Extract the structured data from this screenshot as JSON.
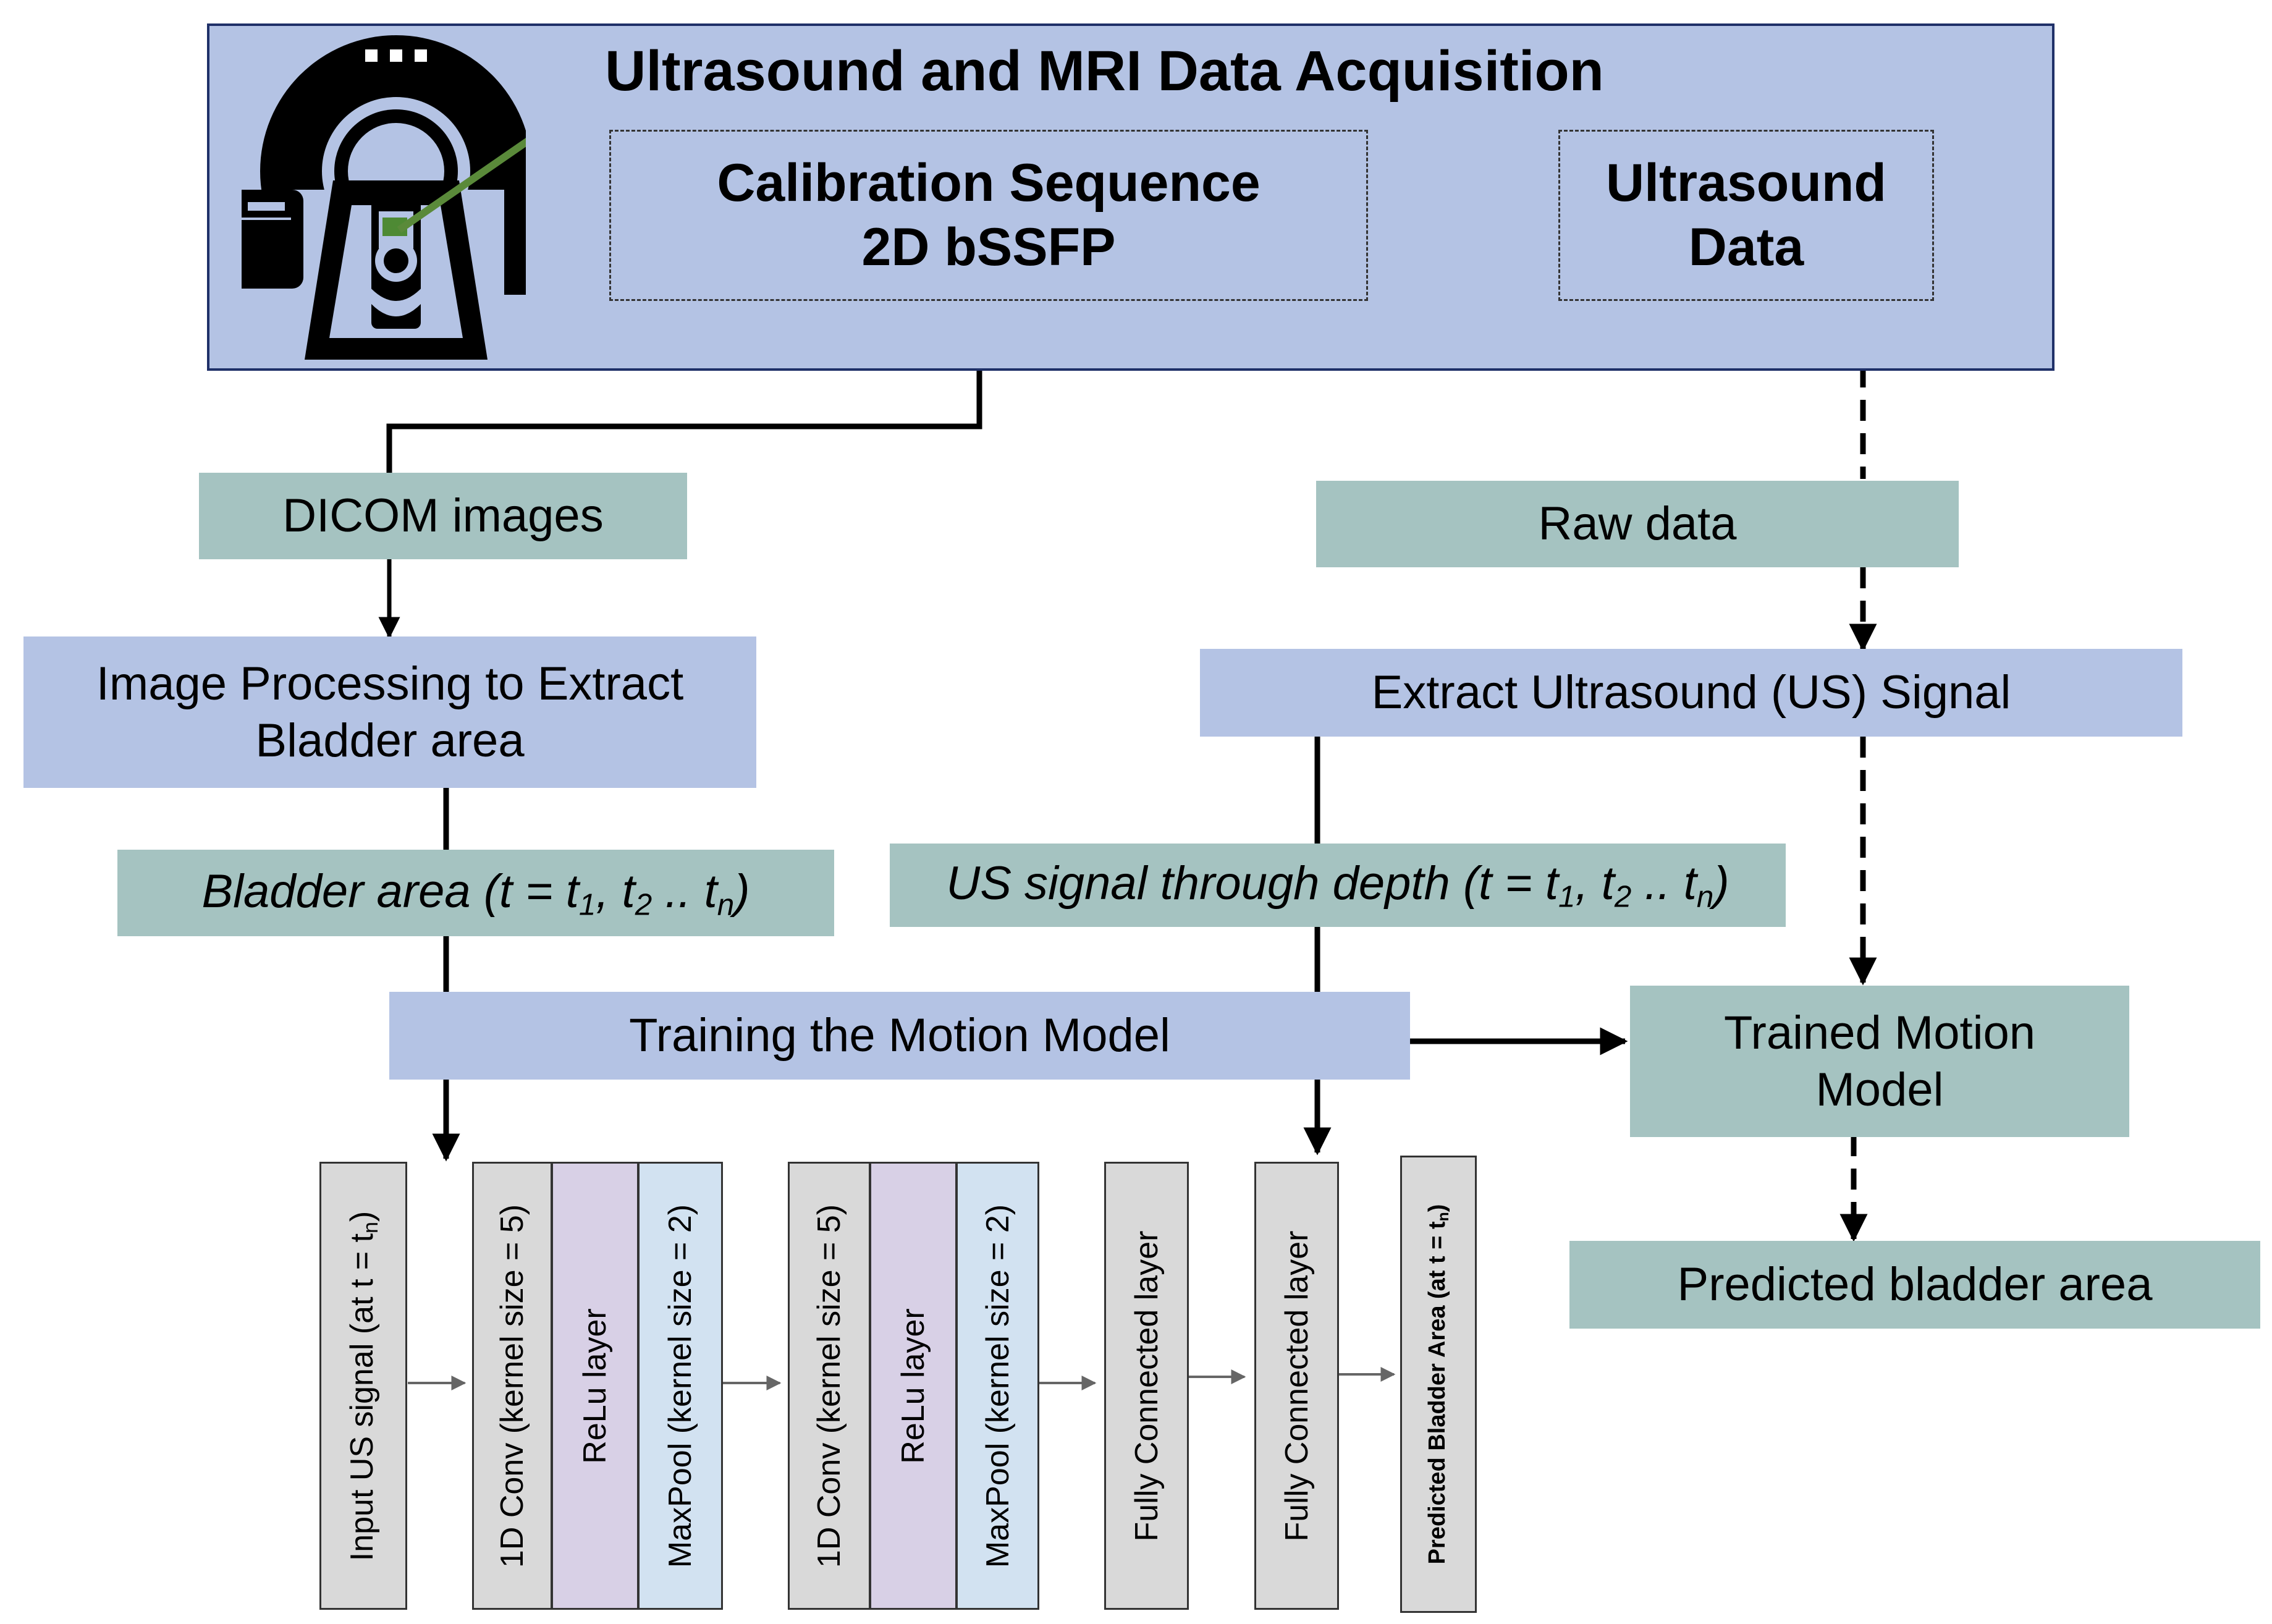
{
  "acquisition": {
    "title": "Ultrasound and MRI Data Acquisition",
    "calibration_line1": "Calibration Sequence",
    "calibration_line2": "2D bSSFP",
    "ultrasound_line1": "Ultrasound",
    "ultrasound_line2": "Data"
  },
  "left_branch": {
    "dicom": "DICOM images",
    "processing_line1": "Image Processing to Extract",
    "processing_line2": "Bladder area",
    "bladder_area_prefix": "Bladder area (t = t",
    "bladder_area_sub1": "1",
    "bladder_area_mid": ", t",
    "bladder_area_sub2": "2",
    "bladder_area_dots": " .. t",
    "bladder_area_subn": "n",
    "bladder_area_suffix": ")"
  },
  "right_branch": {
    "raw": "Raw data",
    "extract": "Extract Ultrasound (US) Signal",
    "us_signal_prefix": "US signal through depth (t = t",
    "us_signal_sub1": "1",
    "us_signal_mid": ", t",
    "us_signal_sub2": "2",
    "us_signal_dots": " .. t",
    "us_signal_subn": "n",
    "us_signal_suffix": ")"
  },
  "training": {
    "label": "Training the Motion Model",
    "trained_line1": "Trained Motion",
    "trained_line2": "Model",
    "predicted": "Predicted bladder area"
  },
  "network": {
    "input_prefix": "Input US signal (at t = t",
    "input_sub": "n",
    "input_suffix": ")",
    "conv1": "1D Conv (kernel size = 5)",
    "relu1": "ReLu layer",
    "pool1": "MaxPool (kernel size = 2)",
    "conv2": "1D Conv (kernel size = 5)",
    "relu2": "ReLu layer",
    "pool2": "MaxPool (kernel size = 2)",
    "fc1": "Fully Connected layer",
    "fc2": "Fully Connected layer",
    "output_prefix": "Predicted Bladder Area (at t = t",
    "output_sub": "n",
    "output_suffix": ")"
  },
  "colors": {
    "blue_box": "#b4c3e4",
    "teal_box": "#a5c3c1",
    "relu": "#d8d0e6",
    "maxpool": "#d2e2f1",
    "layer_gray": "#d9d9d9",
    "scanner_arrow": "#5a8a3a"
  },
  "icons": [
    "mri-scanner-icon"
  ]
}
